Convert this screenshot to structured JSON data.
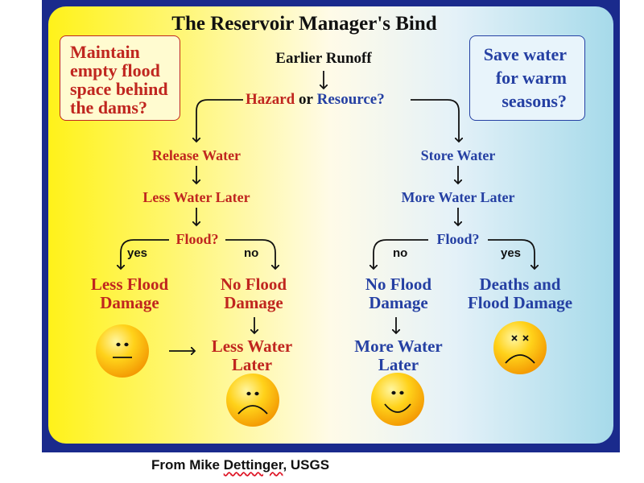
{
  "title": "The Reservoir Manager's Bind",
  "left_box": [
    "Maintain",
    "empty flood",
    "space behind",
    "the dams?"
  ],
  "right_box": [
    "Save water",
    "for warm",
    "seasons?"
  ],
  "top": {
    "runoff": "Earlier Runoff",
    "hazard": "Hazard",
    "or": "or",
    "resource": "Resource?"
  },
  "left_branch": {
    "action": "Release Water",
    "result": "Less Water Later",
    "question": "Flood?",
    "yes": "yes",
    "no": "no",
    "yes_outcome": [
      "Less Flood",
      "Damage"
    ],
    "no_outcome": [
      "No Flood",
      "Damage"
    ],
    "no_followup": [
      "Less Water",
      "Later"
    ]
  },
  "right_branch": {
    "action": "Store Water",
    "result": "More Water Later",
    "question": "Flood?",
    "no": "no",
    "yes": "yes",
    "no_outcome": [
      "No Flood",
      "Damage"
    ],
    "no_followup": [
      "More Water",
      "Later"
    ],
    "yes_outcome": [
      "Deaths and",
      "Flood Damage"
    ]
  },
  "faces": {
    "neutral": "neutral-face-icon",
    "sad_left": "frown-face-icon",
    "happy": "smiley-face-icon",
    "dead": "dead-face-icon"
  },
  "colors": {
    "hazard": "#c0261f",
    "resource": "#2540a3",
    "frame": "#1a2a8c"
  },
  "credit": {
    "prefix": "From Mike ",
    "name": "Dettinger",
    "suffix": ", USGS"
  }
}
